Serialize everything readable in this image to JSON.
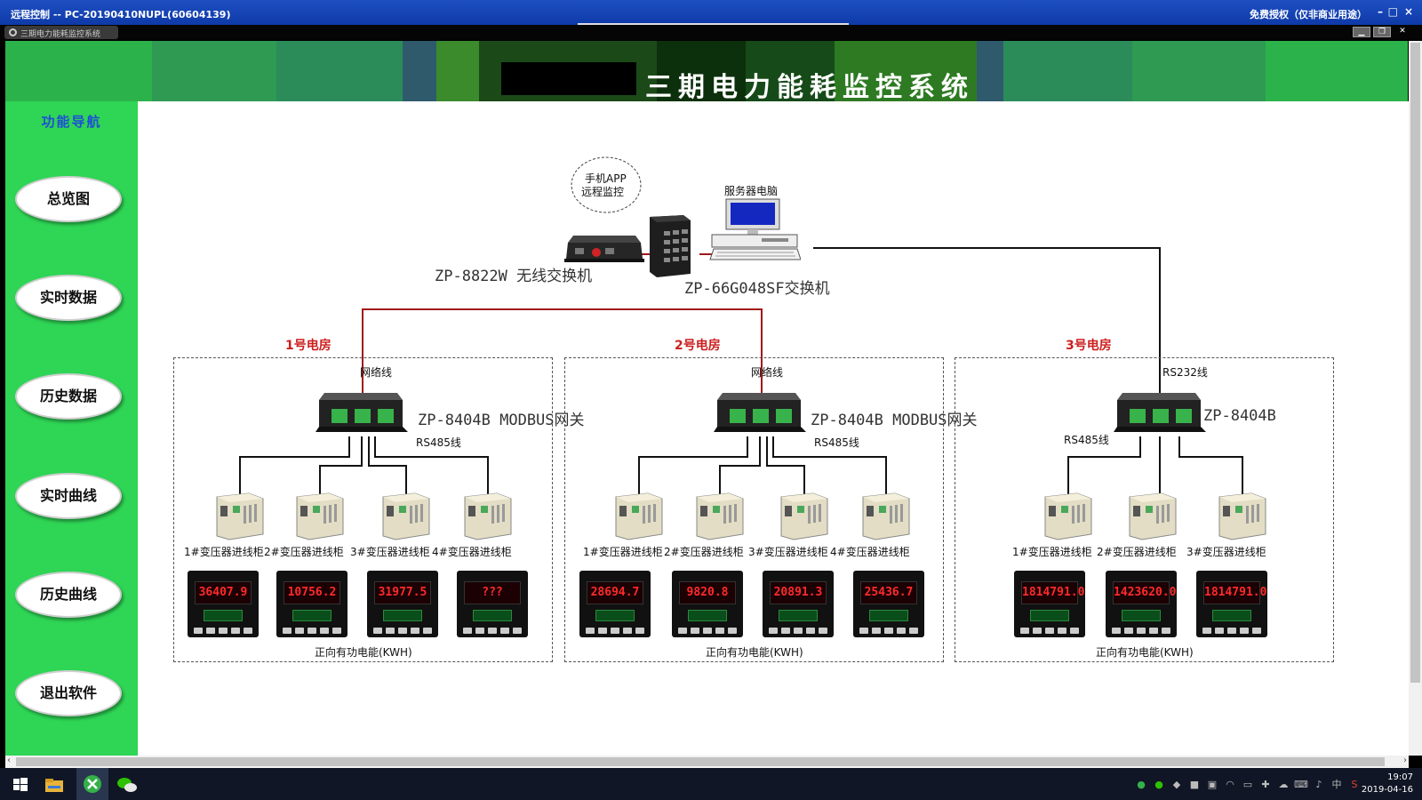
{
  "remote_window": {
    "title": "远程控制 -- PC-20190410NUPL(60604139)",
    "license": "免费授权（仅非商业用途）",
    "controls": [
      "–",
      "□",
      "×"
    ]
  },
  "app_tab": {
    "title": "三期电力能耗监控系统"
  },
  "banner": {
    "title": "三期电力能耗监控系统"
  },
  "sidebar": {
    "title": "功能导航",
    "items": [
      {
        "label": "总览图"
      },
      {
        "label": "实时数据"
      },
      {
        "label": "历史数据"
      },
      {
        "label": "实时曲线"
      },
      {
        "label": "历史曲线"
      },
      {
        "label": "退出软件"
      }
    ]
  },
  "diagram": {
    "mobile_label_1": "手机APP",
    "mobile_label_2": "远程监控",
    "server_label": "服务器电脑",
    "wireless_switch": "ZP-8822W 无线交换机",
    "main_switch": "ZP-66G048SF交换机",
    "rooms": [
      {
        "name": "1号电房",
        "link_label": "网络线",
        "gateway": "ZP-8404B MODBUS网关",
        "bus_label": "RS485线",
        "cabinets": [
          "1#变压器进线柜",
          "2#变压器进线柜",
          "3#变压器进线柜",
          "4#变压器进线柜"
        ],
        "readings": [
          "36407.9",
          "10756.2",
          "31977.5",
          "???"
        ],
        "footer": "正向有功电能(KWH)"
      },
      {
        "name": "2号电房",
        "link_label": "网络线",
        "gateway": "ZP-8404B MODBUS网关",
        "bus_label": "RS485线",
        "cabinets": [
          "1#变压器进线柜",
          "2#变压器进线柜",
          "3#变压器进线柜",
          "4#变压器进线柜"
        ],
        "readings": [
          "28694.7",
          "9820.8",
          "20891.3",
          "25436.7"
        ],
        "footer": "正向有功电能(KWH)"
      },
      {
        "name": "3号电房",
        "link_label": "RS232线",
        "gateway": "ZP-8404B",
        "bus_label": "RS485线",
        "cabinets": [
          "1#变压器进线柜",
          "2#变压器进线柜",
          "3#变压器进线柜"
        ],
        "readings": [
          "1814791.0",
          "1423620.0",
          "1814791.0"
        ],
        "footer": "正向有功电能(KWH)"
      }
    ]
  },
  "taskbar": {
    "time": "19:07",
    "date": "2019-04-16",
    "ime": "中"
  },
  "colors": {
    "banner_green": "#2fd555",
    "sidebar_green": "#2fd555",
    "nav_title_blue": "#1f4fd6",
    "room_label_red": "#cc1f1f",
    "network_line_red": "#a01818",
    "meter_digit_red": "#ff2a2a"
  }
}
